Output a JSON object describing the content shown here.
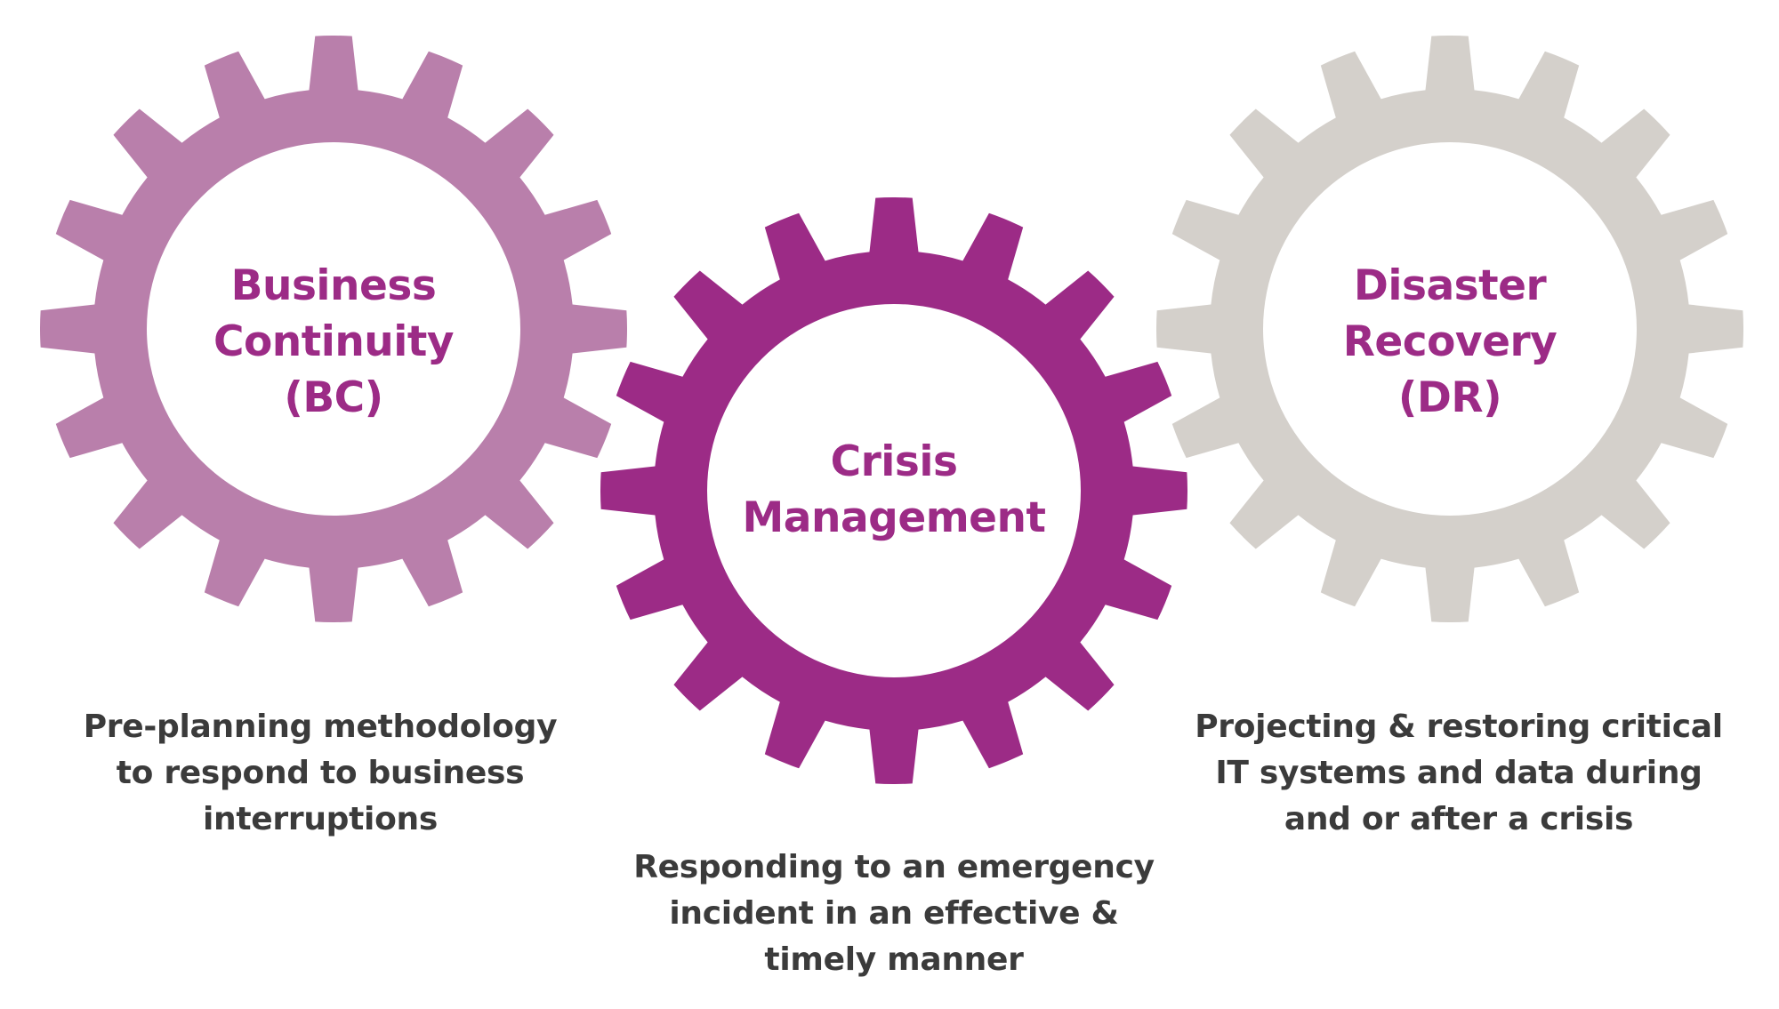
{
  "colors": {
    "bc_gear": "#b97fab",
    "cm_gear": "#9c2b86",
    "dr_gear": "#d4d0cb",
    "label_text": "#9c2b86",
    "description_text": "#3b3b3b",
    "background": "#ffffff"
  },
  "gears": [
    {
      "id": "bc",
      "title_lines": [
        "Business",
        "Continuity",
        "(BC)"
      ],
      "description_lines": [
        "Pre-planning methodology",
        "to respond to business",
        "interruptions"
      ]
    },
    {
      "id": "cm",
      "title_lines": [
        "Crisis",
        "Management"
      ],
      "description_lines": [
        "Responding to an emergency",
        "incident in an effective &",
        "timely manner"
      ]
    },
    {
      "id": "dr",
      "title_lines": [
        "Disaster",
        "Recovery",
        "(DR)"
      ],
      "description_lines": [
        "Projecting & restoring critical",
        "IT systems and data during",
        "and or after a crisis"
      ]
    }
  ]
}
